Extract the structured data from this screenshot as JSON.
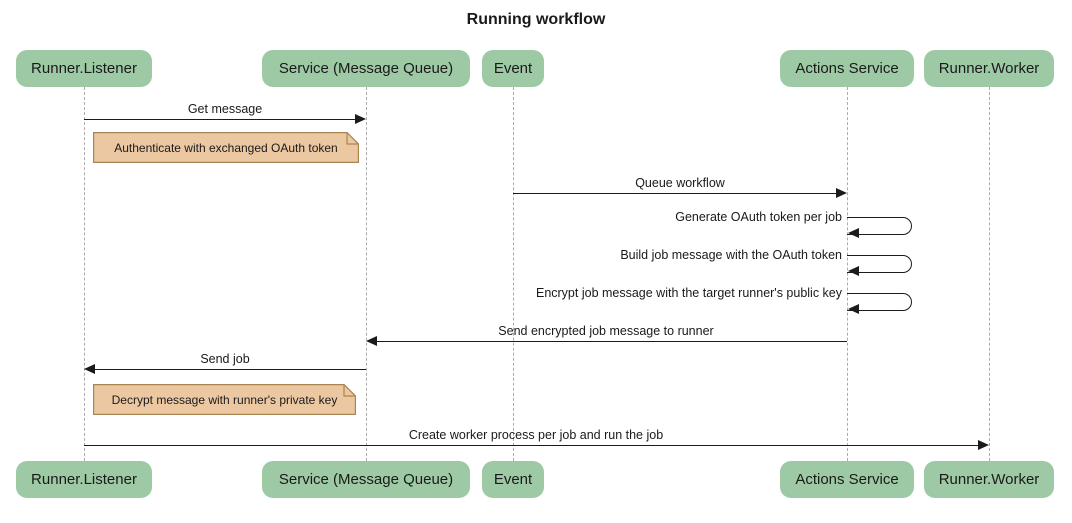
{
  "title": "Running workflow",
  "actors": [
    {
      "name": "Runner.Listener"
    },
    {
      "name": "Service (Message Queue)"
    },
    {
      "name": "Event"
    },
    {
      "name": "Actions Service"
    },
    {
      "name": "Runner.Worker"
    }
  ],
  "messages": [
    {
      "from": "Runner.Listener",
      "to": "Service (Message Queue)",
      "label": "Get message"
    },
    {
      "from": "Event",
      "to": "Actions Service",
      "label": "Queue workflow"
    },
    {
      "from": "Actions Service",
      "to": "Actions Service",
      "label": "Generate OAuth token per job"
    },
    {
      "from": "Actions Service",
      "to": "Actions Service",
      "label": "Build job message with the OAuth token"
    },
    {
      "from": "Actions Service",
      "to": "Actions Service",
      "label": "Encrypt job message with the target runner's public key"
    },
    {
      "from": "Actions Service",
      "to": "Service (Message Queue)",
      "label": "Send encrypted job message to runner"
    },
    {
      "from": "Service (Message Queue)",
      "to": "Runner.Listener",
      "label": "Send job"
    },
    {
      "from": "Runner.Listener",
      "to": "Runner.Worker",
      "label": "Create worker process per job and run the job"
    }
  ],
  "notes": [
    {
      "over": "Runner.Listener",
      "text": "Authenticate with exchanged OAuth token"
    },
    {
      "over": "Runner.Listener",
      "text": "Decrypt message with runner's private key"
    }
  ],
  "colors": {
    "background": "#ffffff",
    "actor_fill": "#9DC9A4",
    "note_fill": "#ECC8A2",
    "note_border": "#AA8453",
    "line_color": "#1b1b1b",
    "lifeline_color": "#ababab",
    "text_color": "#1a1a1a"
  }
}
